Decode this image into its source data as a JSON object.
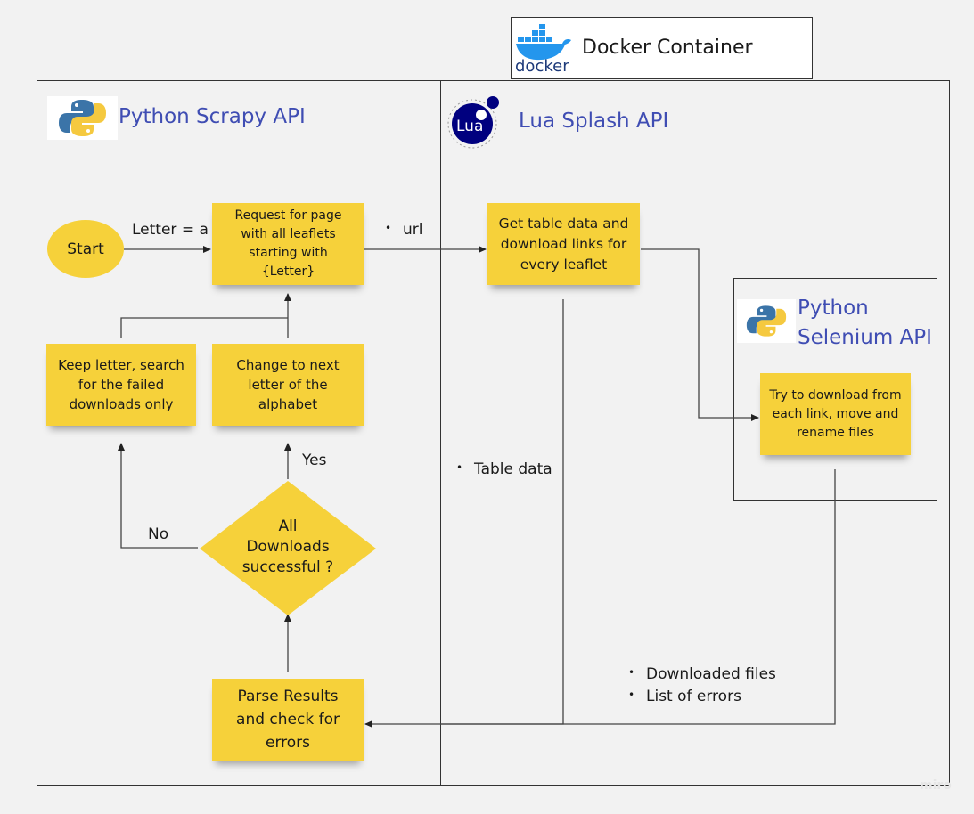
{
  "docker": {
    "title": "Docker Container",
    "logo_text": "docker",
    "icon": "docker-whale-icon"
  },
  "scrapy": {
    "title": "Python Scrapy API",
    "icon": "python-logo-icon",
    "start": "Start",
    "letter_label": "Letter = a",
    "request_lines": [
      "Request for page",
      "with all leaflets",
      "starting with {Letter}"
    ],
    "keep_lines": [
      "Keep letter, search",
      "for the failed",
      "downloads only"
    ],
    "change_lines": [
      "Change to next",
      "letter of the",
      "alphabet"
    ],
    "decision_lines": [
      "All",
      "Downloads",
      "successful ?"
    ],
    "yes": "Yes",
    "no": "No",
    "parse_lines": [
      "Parse Results",
      "and check for",
      "errors"
    ]
  },
  "splash": {
    "title": "Lua Splash API",
    "icon": "lua-logo-icon",
    "logo_text": "Lua",
    "url": "url",
    "get_lines": [
      "Get table data and",
      "download links for",
      "every leaflet"
    ],
    "table_data": "Table data"
  },
  "selenium": {
    "title_lines": [
      "Python",
      "Selenium API"
    ],
    "icon": "python-logo-icon",
    "try_lines": [
      "Try to download from",
      "each link, move and",
      "rename files"
    ]
  },
  "results": {
    "items": [
      "Downloaded files",
      "List of errors"
    ]
  },
  "watermark": "miro",
  "colors": {
    "sticky": "#f6d13a",
    "title": "#3f4db3",
    "docker_blue": "#2496ed",
    "lua_navy": "#00007f"
  }
}
